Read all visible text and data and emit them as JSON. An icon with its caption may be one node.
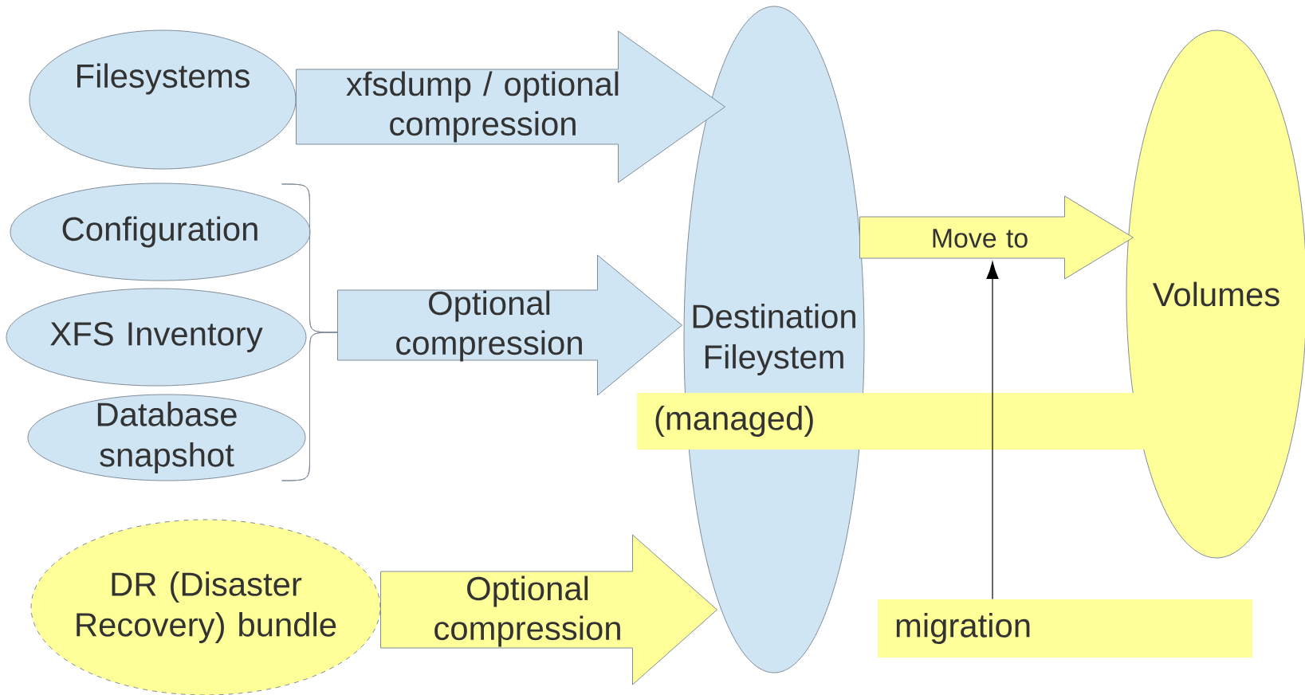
{
  "diagram": {
    "nodes": [
      {
        "text": [
          "Filesystems"
        ]
      },
      {
        "text": [
          "Configuration"
        ]
      },
      {
        "text": [
          "XFS Inventory"
        ]
      },
      {
        "text": [
          "Database snapshot"
        ]
      },
      {
        "text": [
          "DR (Disaster Recovery) bundle"
        ]
      },
      {
        "text": [
          "Destination Fileystem"
        ]
      },
      {
        "text": [
          "Volumes"
        ]
      },
      {
        "text": [
          "(managed)"
        ]
      },
      {
        "text": [
          "migration"
        ]
      }
    ],
    "edges": [
      {
        "from": 0,
        "to": 5,
        "arrow": "to",
        "label": "xfsdump / optional compression",
        "color": "#cfe5f3"
      },
      {
        "from": 1,
        "to": 5,
        "arrow": "to",
        "color": "#8a9aa8"
      },
      {
        "from": 2,
        "to": 5,
        "arrow": "to",
        "label": "Optional compression",
        "color": "#cfe5f3"
      },
      {
        "from": 3,
        "to": 5,
        "arrow": "to",
        "color": "#8a9aa8"
      },
      {
        "from": 4,
        "to": 5,
        "arrow": "to",
        "label": "Optional compression",
        "color": "#ffff99"
      },
      {
        "from": 5,
        "to": 6,
        "arrow": "to",
        "label": "Move to",
        "color": "#ffff99"
      },
      {
        "from": 8,
        "to": null,
        "arrow": "to",
        "color": "#000000"
      }
    ]
  }
}
